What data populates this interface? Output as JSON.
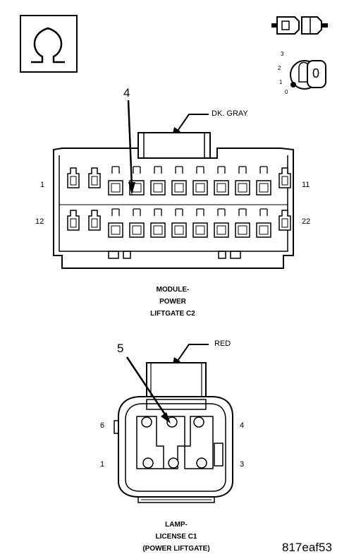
{
  "icons": {
    "ohm_symbol": "ohm-meter-icon",
    "connector": "disconnected-connector-icon",
    "ignition": "ignition-key-switch-icon",
    "ignition_positions": [
      "3",
      "2",
      "1",
      "0"
    ],
    "ignition_key_label": "0"
  },
  "connector_c2": {
    "wire_color_label": "DK. GRAY",
    "callout": "4",
    "pin_labels": {
      "top_left": "1",
      "top_right": "11",
      "bottom_left": "12",
      "bottom_right": "22"
    },
    "caption": [
      "MODULE-",
      "POWER",
      "LIFTGATE C2"
    ]
  },
  "connector_c1": {
    "wire_color_label": "RED",
    "callout": "5",
    "pin_labels": {
      "top_left": "6",
      "top_right": "4",
      "bottom_left": "1",
      "bottom_right": "3"
    },
    "caption": [
      "LAMP-",
      "LICENSE C1",
      "(POWER LIFTGATE)"
    ]
  },
  "figure_code": "817eaf53"
}
